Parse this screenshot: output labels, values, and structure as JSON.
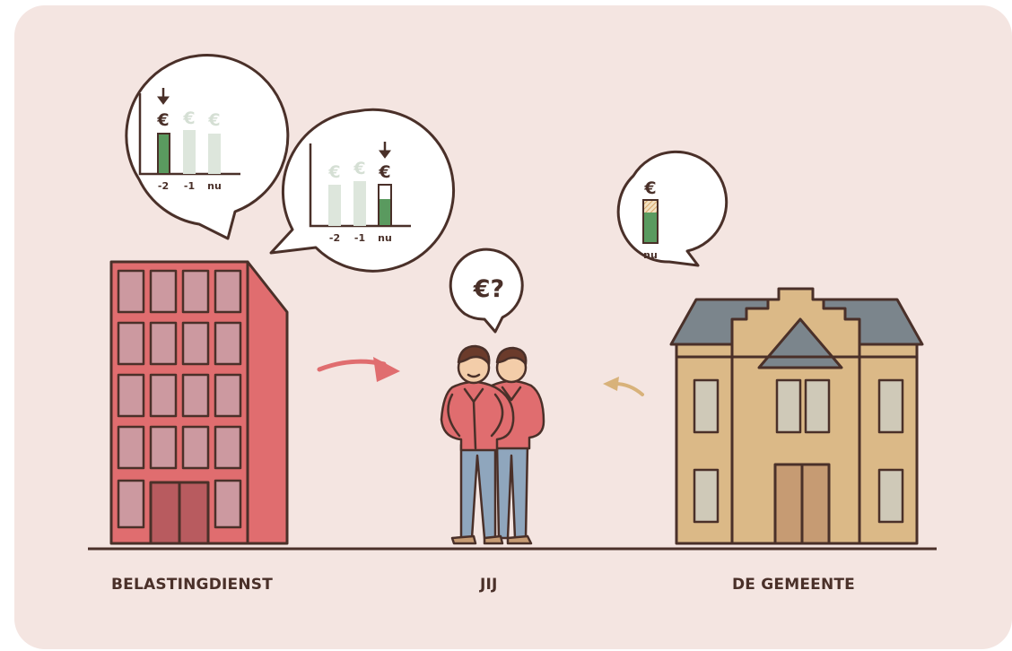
{
  "labels": {
    "belastingdienst": "BELASTINGDIENST",
    "jij": "JIJ",
    "gemeente": "DE GEMEENTE"
  },
  "bubbles": {
    "euro": "€",
    "question": "€?",
    "ticks": [
      "-2",
      "-1",
      "nu"
    ],
    "highlighted_tick_bubble1": "-2",
    "highlighted_tick_bubble2": "nu",
    "gemeente_tick": "nu"
  },
  "colors": {
    "background": "#f4e5e1",
    "outline": "#4a3029",
    "green": "#5a9a5f",
    "faded": "#dde6dc",
    "building_red": "#e06d6f",
    "arrow_red": "#e06d6f",
    "arrow_tan": "#d8b27a",
    "townhall": "#dbb987",
    "roof": "#7b858c"
  },
  "icons": [
    "down-arrow-icon",
    "euro-icon",
    "question-icon",
    "curved-arrow-icon"
  ]
}
